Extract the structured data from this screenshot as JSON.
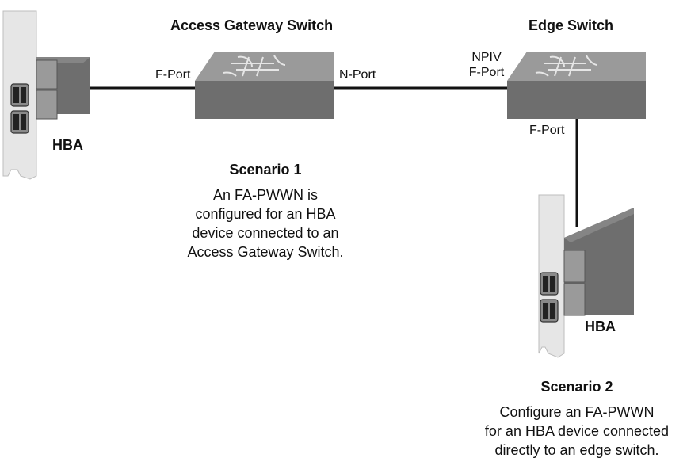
{
  "switches": {
    "access_gateway": {
      "title": "Access Gateway Switch"
    },
    "edge": {
      "title": "Edge Switch"
    }
  },
  "ports": {
    "ag_left": "F-Port",
    "ag_right": "N-Port",
    "edge_npiv_line1": "NPIV",
    "edge_npiv_line2": "F-Port",
    "edge_bottom": "F-Port"
  },
  "hbas": {
    "left": {
      "label": "HBA"
    },
    "right": {
      "label": "HBA"
    }
  },
  "scenario1": {
    "title": "Scenario 1",
    "lines": [
      "An FA-PWWN is",
      "configured for an HBA",
      "device connected to an",
      "Access Gateway Switch."
    ]
  },
  "scenario2": {
    "title": "Scenario 2",
    "lines": [
      "Configure an FA-PWWN",
      "for an HBA device connected",
      "directly to an edge switch."
    ]
  },
  "colors": {
    "device_dark": "#6e6e6e",
    "device_top": "#9a9a9a",
    "bracket": "#e6e6e6",
    "line": "#111111"
  }
}
